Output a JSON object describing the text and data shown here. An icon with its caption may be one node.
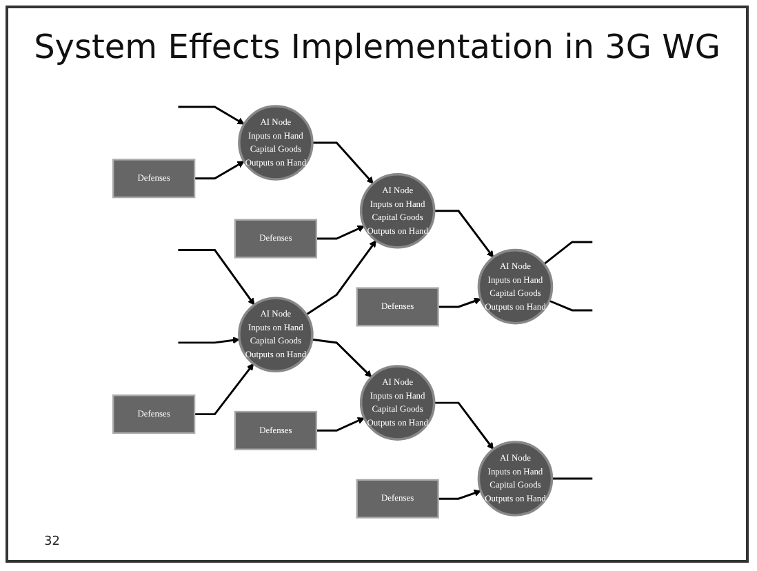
{
  "diagram": {
    "title": "System Effects Implementation in 3G WG",
    "nodes": [
      {
        "text": [
          "AI Node",
          "Inputs on Hand",
          "Capital Goods",
          "Outputs on Hand"
        ]
      },
      {
        "text": [
          "Defenses"
        ]
      },
      {
        "text": [
          "AI Node",
          "Inputs on Hand",
          "Capital Goods",
          "Outputs on Hand"
        ]
      },
      {
        "text": [
          "Defenses"
        ]
      },
      {
        "text": [
          "AI Node",
          "Inputs on Hand",
          "Capital Goods",
          "Outputs on Hand"
        ]
      },
      {
        "text": [
          "Defenses"
        ]
      },
      {
        "text": [
          "AI Node",
          "Inputs on Hand",
          "Capital Goods",
          "Outputs on Hand"
        ]
      },
      {
        "text": [
          "Defenses"
        ]
      },
      {
        "text": [
          "AI Node",
          "Inputs on Hand",
          "Capital Goods",
          "Outputs on Hand"
        ]
      },
      {
        "text": [
          "Defenses"
        ]
      },
      {
        "text": [
          "AI Node",
          "Inputs on Hand",
          "Capital Goods",
          "Outputs on Hand"
        ]
      },
      {
        "text": [
          "Defenses"
        ]
      }
    ],
    "edges": [
      {
        "from": null,
        "to": 0,
        "arrow": "to"
      },
      {
        "from": 1,
        "to": 0,
        "arrow": "to"
      },
      {
        "from": 0,
        "to": 2,
        "arrow": "to"
      },
      {
        "from": 6,
        "to": 2,
        "arrow": "to"
      },
      {
        "from": 3,
        "to": 2,
        "arrow": "to"
      },
      {
        "from": 2,
        "to": 4,
        "arrow": "to"
      },
      {
        "from": 5,
        "to": 4,
        "arrow": "to"
      },
      {
        "from": 4,
        "to": null,
        "arrow": "none"
      },
      {
        "from": 4,
        "to": null,
        "arrow": "none"
      },
      {
        "from": null,
        "to": 6,
        "arrow": "to"
      },
      {
        "from": null,
        "to": 6,
        "arrow": "to"
      },
      {
        "from": 7,
        "to": 6,
        "arrow": "to"
      },
      {
        "from": 6,
        "to": 8,
        "arrow": "to"
      },
      {
        "from": 9,
        "to": 8,
        "arrow": "to"
      },
      {
        "from": 8,
        "to": 10,
        "arrow": "to"
      },
      {
        "from": 11,
        "to": 10,
        "arrow": "to"
      },
      {
        "from": 10,
        "to": null,
        "arrow": "none"
      }
    ],
    "labels": [
      "32"
    ]
  }
}
